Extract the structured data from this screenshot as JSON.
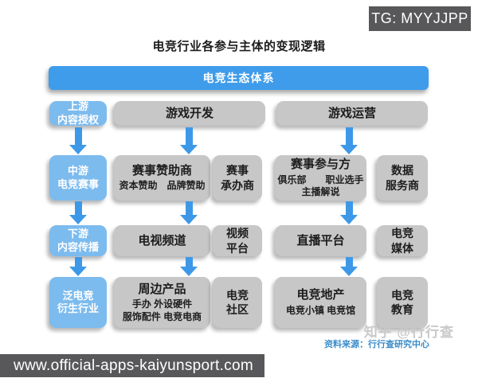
{
  "badge": "TG: MYYJJPP",
  "title": "电竞行业各参与主体的变现逻辑",
  "root": "电竞生态体系",
  "stages": [
    {
      "line1": "上游",
      "line2": "内容授权"
    },
    {
      "line1": "中游",
      "line2": "电竞赛事"
    },
    {
      "line1": "下游",
      "line2": "内容传播"
    },
    {
      "line1": "泛电竞",
      "line2": "衍生行业"
    }
  ],
  "nodes": {
    "game_dev": "游戏开发",
    "game_ops": "游戏运营",
    "sponsor": {
      "title": "赛事赞助商",
      "sub": "资本赞助　品牌赞助"
    },
    "organizer": {
      "line1": "赛事",
      "line2": "承办商"
    },
    "participants": {
      "title": "赛事参与方",
      "sub1": "俱乐部　　职业选手",
      "sub2": "主播解说"
    },
    "data_service": {
      "line1": "数据",
      "line2": "服务商"
    },
    "tv_channel": "电视频道",
    "video_platform": {
      "line1": "视频",
      "line2": "平台"
    },
    "live_platform": "直播平台",
    "esports_media": {
      "line1": "电竞",
      "line2": "媒体"
    },
    "peripheral": {
      "title": "周边产品",
      "sub1": "手办 外设硬件",
      "sub2": "服饰配件 电竞电商"
    },
    "community": {
      "line1": "电竞",
      "line2": "社区"
    },
    "estate": {
      "title": "电竞地产",
      "sub": "电竞小镇 电竞馆"
    },
    "education": {
      "line1": "电竞",
      "line2": "教育"
    }
  },
  "watermark": "知乎 @行行查",
  "source": "资料来源：行行查研究中心",
  "footer_url": "www.official-apps-kaiyunsport.com",
  "colors": {
    "root_blue": "#3f9ceb",
    "stage_blue": "#7cbbee",
    "arrow_blue": "#3d99e8",
    "node_gray": "#c7c7c7",
    "bar_gray": "#58585a",
    "source_blue": "#3a8cc8"
  }
}
